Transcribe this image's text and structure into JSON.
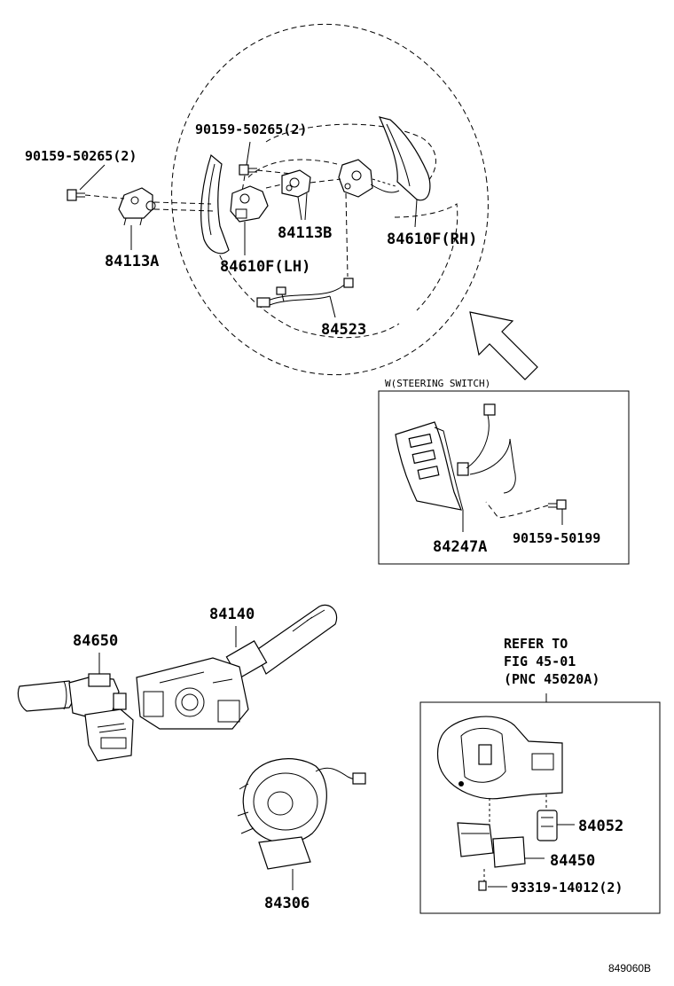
{
  "labels": {
    "bolt_left": "90159-50265(2)",
    "bolt_top": "90159-50265(2)",
    "p84113a": "84113A",
    "p84113b": "84113B",
    "p84610f_lh": "84610F(LH)",
    "p84610f_rh": "84610F(RH)",
    "p84523": "84523",
    "inset_title": "W(STEERING SWITCH)",
    "p84247a": "84247A",
    "p90159_50199": "90159-50199",
    "p84140": "84140",
    "p84650": "84650",
    "p84306": "84306",
    "refer_line1": "REFER TO",
    "refer_line2": "FIG 45-01",
    "refer_line3": "(PNC 45020A)",
    "p84052": "84052",
    "p84450": "84450",
    "p93319": "93319-14012(2)",
    "diagram_id": "849060B"
  }
}
